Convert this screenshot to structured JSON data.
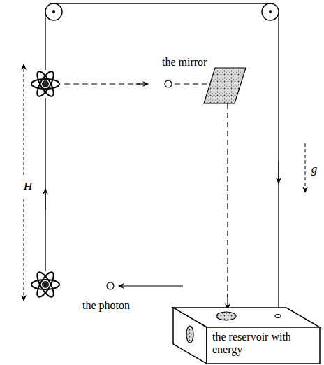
{
  "diagram": {
    "nodes": [
      {
        "text": [
          "the reservoir with energy"
        ]
      }
    ],
    "labels": [
      "the mirror",
      "H",
      "g",
      "the photon"
    ]
  }
}
